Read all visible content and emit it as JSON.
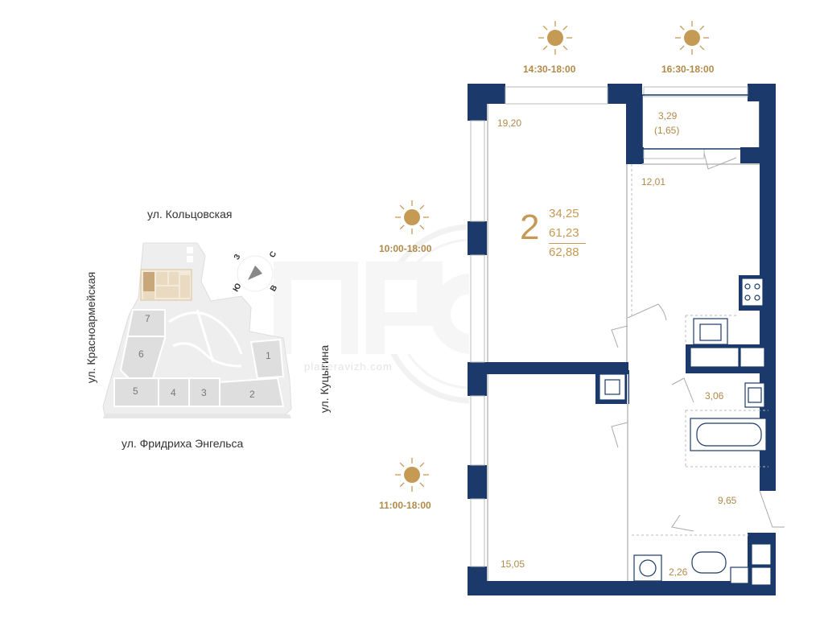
{
  "streets": {
    "north": "ул. Кольцовская",
    "west": "ул. Красноармейская",
    "south": "ул. Фридриха Энгельса",
    "east": "ул. Куцыгина"
  },
  "compass": {
    "north": "С",
    "south": "Ю",
    "west": "З",
    "east": "В"
  },
  "site_sections": [
    "1",
    "2",
    "3",
    "4",
    "5",
    "6",
    "7"
  ],
  "insolation": [
    "14:30-18:00",
    "16:30-18:00",
    "10:00-18:00",
    "11:00-18:00"
  ],
  "apartment": {
    "rooms": "2",
    "living_area": "34,25",
    "total_area": "61,23",
    "area_with_balcony": "62,88"
  },
  "room_areas": {
    "bedroom_top": "19,20",
    "balcony": "3,29",
    "balcony_reduced": "(1,65)",
    "kitchen": "12,01",
    "bathroom": "3,06",
    "hallway": "9,65",
    "bedroom_bottom": "15,05",
    "wc": "2,26"
  },
  "watermark": "planeravizh.com",
  "colors": {
    "wall": "#1b3a6b",
    "accent": "#b08a4a",
    "site": "#e0e0e0",
    "highlight": "#c8a77a"
  }
}
